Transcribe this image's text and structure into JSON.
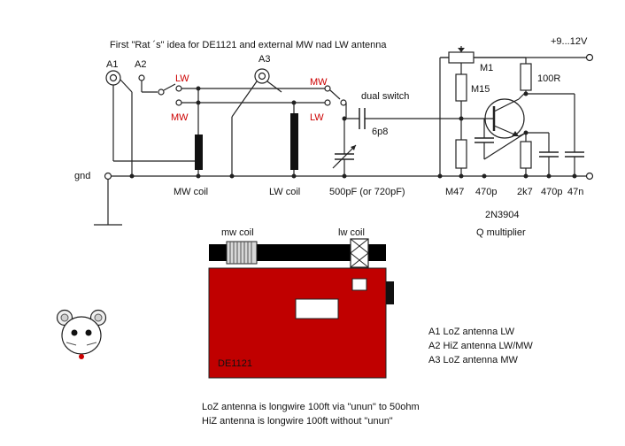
{
  "title": "First \"Rat ´s\" idea for DE1121 and external MW nad LW antenna",
  "supply": "+9...12V",
  "gnd": "gnd",
  "antennas": {
    "a1": "A1",
    "a2": "A2",
    "a3": "A3"
  },
  "switch_labels": {
    "lw1": "LW",
    "mw1": "MW",
    "mw2": "MW",
    "lw2": "LW"
  },
  "dual_switch": "dual switch",
  "coils": {
    "mw": "MW coil",
    "lw": "LW coil"
  },
  "cap_6p8": "6p8",
  "cap_var": "500pF (or 720pF)",
  "resistors": {
    "m1": "M1",
    "m15": "M15",
    "r100": "100R",
    "m47": "M47",
    "r2k7": "2k7"
  },
  "caps": {
    "c470a": "470p",
    "c470b": "470p",
    "c47n": "47n"
  },
  "transistor": "2N3904",
  "qmult": "Q multiplier",
  "rod": {
    "mw": "mw coil",
    "lw": "lw coil"
  },
  "radio": "DE1121",
  "legend": [
    "A1  LoZ antenna LW",
    "A2  HiZ antenna LW/MW",
    "A3 LoZ antenna MW"
  ],
  "notes": [
    "LoZ antenna is longwire 100ft via \"unun\" to 50ohm",
    "HiZ antenna is longwire 100ft without \"unun\""
  ],
  "colors": {
    "red_body": "#c00000",
    "label_red": "#cc0000"
  }
}
